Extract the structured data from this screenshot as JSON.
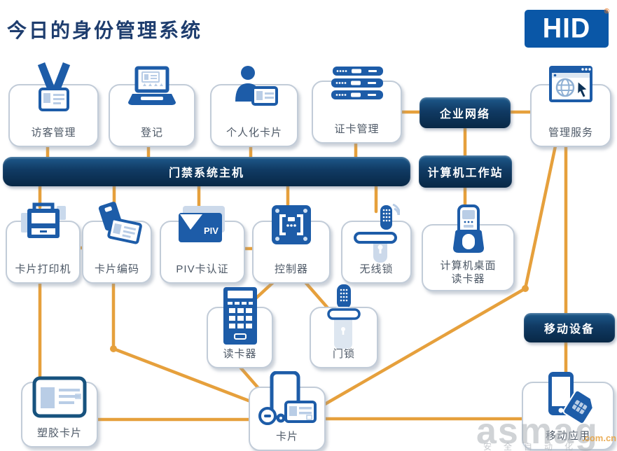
{
  "title": "今日的身份管理系统",
  "logo": {
    "text": "HID",
    "reg_mark": "®"
  },
  "banners": {
    "access_host": {
      "label": "门禁系统主机"
    },
    "enterprise_network": {
      "label": "企业网络"
    },
    "workstation": {
      "label": "计算机工作站"
    },
    "mobile_device": {
      "label": "移动设备"
    }
  },
  "nodes": {
    "visitor_mgmt": {
      "label": "访客管理",
      "icon": "visitor-badge-icon"
    },
    "registration": {
      "label": "登记",
      "icon": "laptop-icon"
    },
    "personalized_card": {
      "label": "个人化卡片",
      "icon": "person-card-icon"
    },
    "card_mgmt": {
      "label": "证卡管理",
      "icon": "server-stack-icon"
    },
    "mgmt_service": {
      "label": "管理服务",
      "icon": "browser-globe-icon"
    },
    "card_printer": {
      "label": "卡片打印机",
      "icon": "printer-icon"
    },
    "card_encoding": {
      "label": "卡片编码",
      "icon": "card-encode-icon"
    },
    "piv_auth": {
      "label": "PIV卡认证",
      "icon": "piv-card-icon",
      "icon_text": "PIV"
    },
    "controller": {
      "label": "控制器",
      "icon": "controller-board-icon"
    },
    "wireless_lock": {
      "label": "无线锁",
      "icon": "wireless-lock-icon"
    },
    "desktop_reader": {
      "label_line1": "计算机桌面",
      "label_line2": "读卡器",
      "icon": "desktop-reader-icon"
    },
    "reader": {
      "label": "读卡器",
      "icon": "keypad-reader-icon"
    },
    "door_lock": {
      "label": "门锁",
      "icon": "door-lock-icon"
    },
    "plastic_card": {
      "label": "塑胶卡片",
      "icon": "plastic-card-icon"
    },
    "card": {
      "label": "卡片",
      "icon": "phone-card-fob-icon"
    },
    "mobile_app": {
      "label": "移动应用",
      "icon": "phone-sim-icon"
    }
  },
  "watermark": {
    "main": "asmag",
    "domain": ".com.cn",
    "tagline": "安全自动化"
  },
  "colors": {
    "connector_orange": "#E6A03C",
    "icon_blue": "#1d5ca8",
    "icon_light_blue": "#b9cde6",
    "banner_navy": "#0c3257",
    "hid_blue": "#0a57a7",
    "title_navy": "#1e3d6e"
  }
}
